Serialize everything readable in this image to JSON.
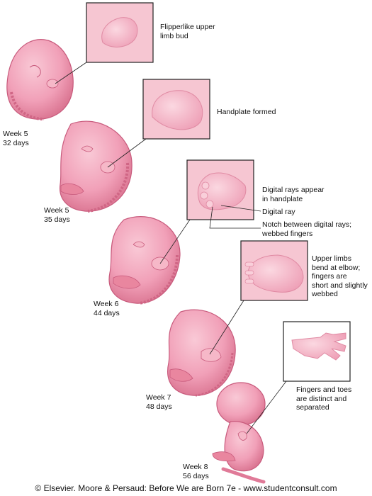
{
  "stages": [
    {
      "week": "Week 5",
      "days": "32 days",
      "callout": "Flipperlike upper\nlimb bud"
    },
    {
      "week": "Week 5",
      "days": "35 days",
      "callout": "Handplate formed"
    },
    {
      "week": "Week 6",
      "days": "44 days",
      "callout": "Digital rays appear\nin handplate",
      "extra_labels": [
        "Digital ray",
        "Notch between digital rays;\nwebbed fingers"
      ]
    },
    {
      "week": "Week 7",
      "days": "48 days",
      "callout": "Upper limbs\nbend at elbow;\nfingers are\nshort and slightly\nwebbed"
    },
    {
      "week": "Week 8",
      "days": "56 days",
      "callout": "Fingers and toes\nare distinct and\nseparated"
    }
  ],
  "footer": "© Elsevier. Moore & Persaud: Before We are Born 7e - www.studentconsult.com",
  "colors": {
    "embryo": "#f3a4bc",
    "embryo_dark": "#e07a98",
    "inset_bg": "#f6c6d2",
    "inset_border": "#222222",
    "hand": "#f6b8c8"
  }
}
